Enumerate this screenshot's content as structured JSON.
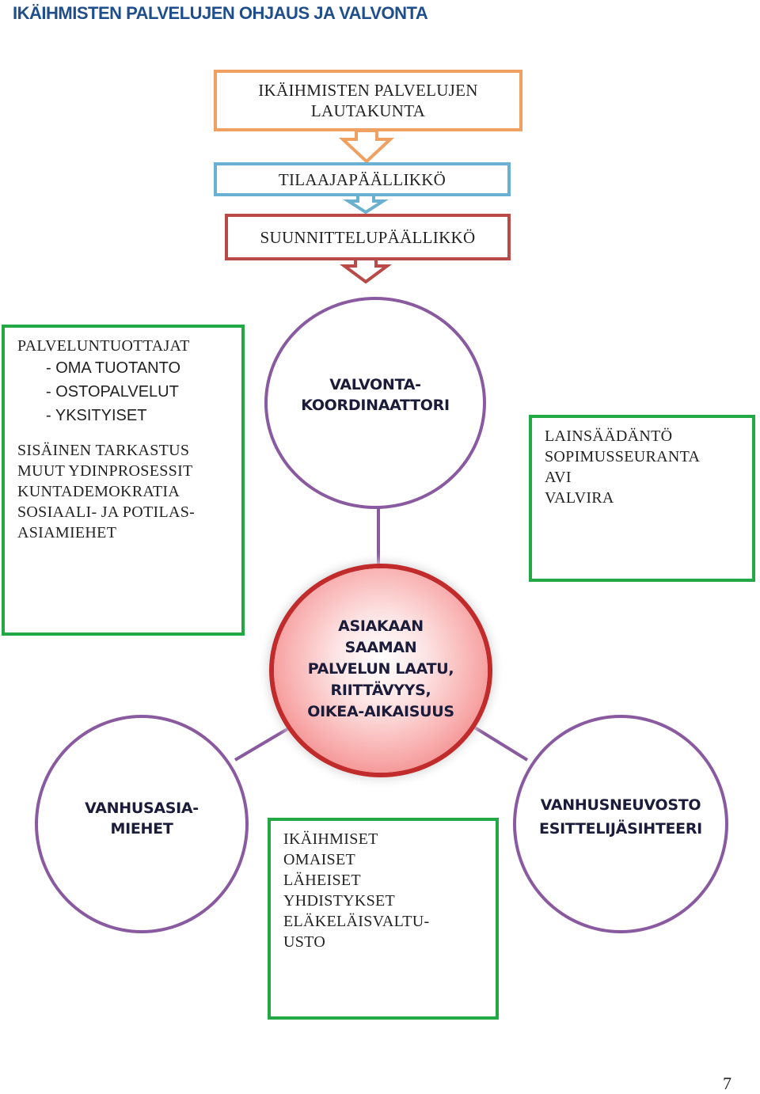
{
  "title": "IKÄIHMISTEN PALVELUJEN OHJAUS JA VALVONTA",
  "hierarchy": {
    "board": [
      "IKÄIHMISTEN PALVELUJEN",
      "LAUTAKUNTA"
    ],
    "purchaser_manager": "TILAAJAPÄÄLLIKKÖ",
    "planning_manager": "SUUNNITTELUPÄÄLLIKKÖ"
  },
  "providers_box": {
    "heading": "PALVELUNTUOTTAJAT",
    "items": [
      "-   OMA TUOTANTO",
      "-   OSTOPALVELUT",
      "-   YKSITYISET"
    ],
    "lines": [
      "SISÄINEN TARKASTUS",
      "MUUT YDINPROSESSIT",
      "KUNTADEMOKRATIA",
      "SOSIAALI- JA POTILAS-",
      "ASIAMIEHET"
    ]
  },
  "legislation_box": {
    "lines": [
      "LAINSÄÄDÄNTÖ",
      "SOPIMUSSEURANTA",
      "AVI",
      "VALVIRA"
    ]
  },
  "elderly_box": {
    "lines": [
      "IKÄIHMISET",
      "OMAISET",
      "LÄHEISET",
      "YHDISTYKSET",
      "ELÄKELÄISVALTU-",
      "USTO"
    ]
  },
  "circles": {
    "coordinator": [
      "VALVONTA-",
      "KOORDINAATTORI"
    ],
    "quality": [
      "ASIAKAAN",
      "SAAMAN",
      "PALVELUN LAATU,",
      "RIITTÄVYYS,",
      "OIKEA-AIKAISUUS"
    ],
    "ombudsman": [
      "VANHUSASIA-",
      "MIEHET"
    ],
    "council": [
      "VANHUSNEUVOSTO",
      "ESITTELIJÄSIHTEERI"
    ]
  },
  "colors": {
    "title": "#1f4e8c",
    "orange": "#f0a060",
    "blue": "#6ab0d0",
    "red": "#b94a48",
    "green": "#22a845",
    "purple": "#8a5aa0",
    "quality_ring": "#c22b2b"
  },
  "page_number": "7"
}
